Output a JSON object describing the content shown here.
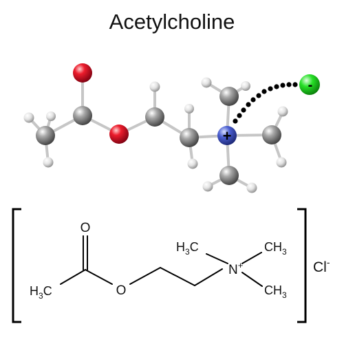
{
  "title": "Acetylcholine",
  "ball_model": {
    "colors": {
      "carbon": "#8a8a8a",
      "oxygen": "#e8102a",
      "nitrogen": "#4458c8",
      "hydrogen": "#e0e0e0",
      "chlorine": "#22dd22",
      "bond": "#c8c8c8",
      "ionic_dots": "#000000"
    },
    "nitrogen_charge": "+",
    "chlorine_charge": "-"
  },
  "structural_formula": {
    "left_group": {
      "main": "H",
      "sub": "3",
      "tail": "C"
    },
    "ester_o": "O",
    "carbonyl_o": "O",
    "n_main": "N",
    "n_charge": "+",
    "ch3_upper_left": {
      "main": "H",
      "sub": "3",
      "tail": "C"
    },
    "ch3_upper_right": {
      "main": "CH",
      "sub": "3"
    },
    "ch3_lower_right": {
      "main": "CH",
      "sub": "3"
    },
    "counter_ion": {
      "main": "Cl",
      "sup": "-"
    }
  }
}
